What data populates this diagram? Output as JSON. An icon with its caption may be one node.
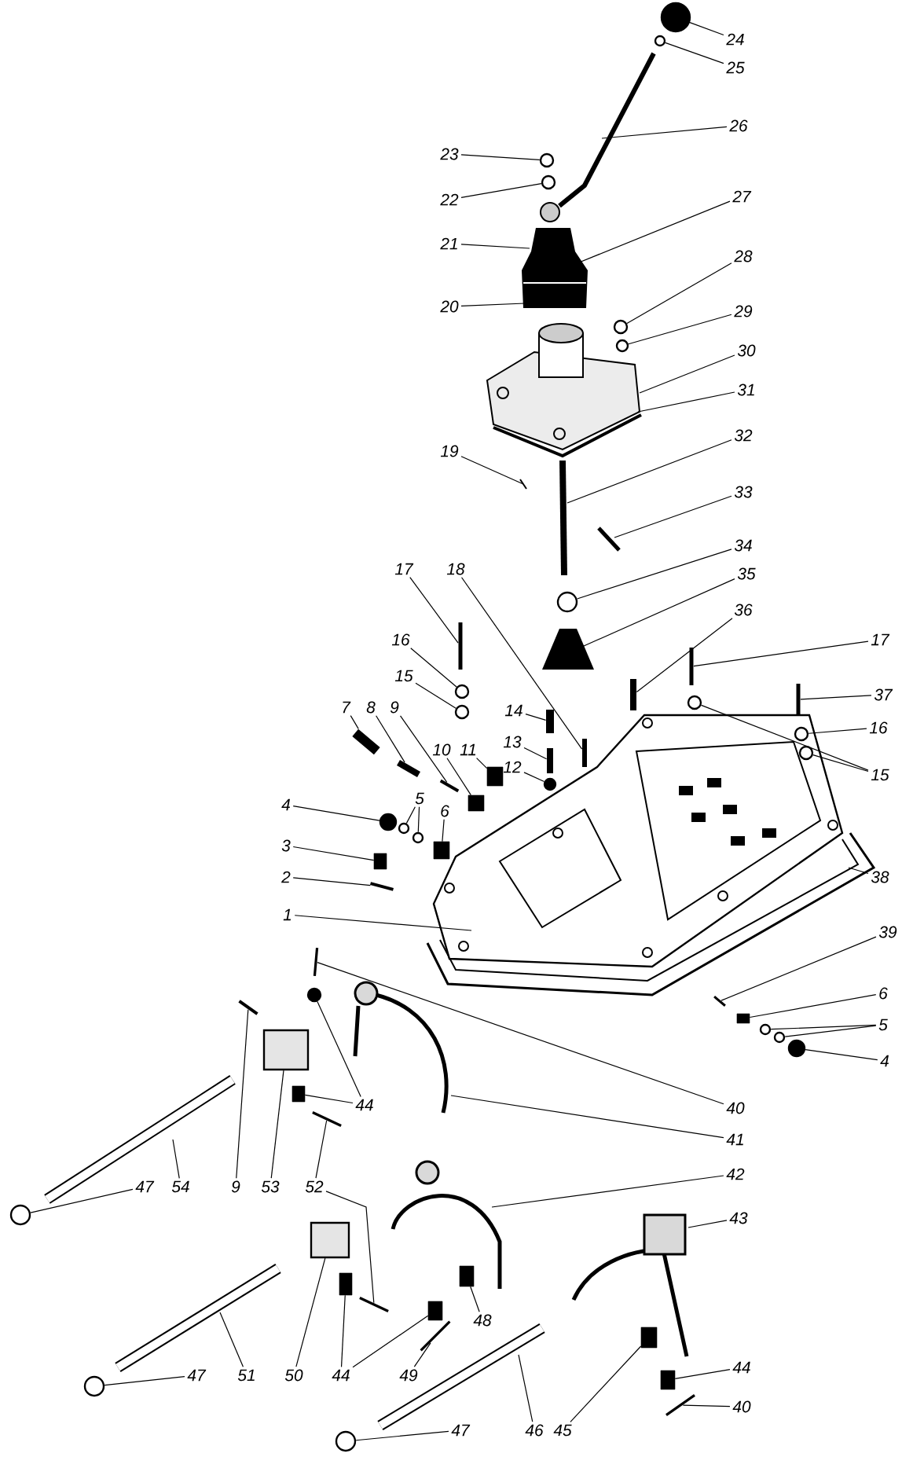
{
  "diagram": {
    "nodes": [
      {
        "text": [
          "24"
        ]
      },
      {
        "text": [
          "25"
        ]
      },
      {
        "text": [
          "26"
        ]
      },
      {
        "text": [
          "23"
        ]
      },
      {
        "text": [
          "22"
        ]
      },
      {
        "text": [
          "27"
        ]
      },
      {
        "text": [
          "21"
        ]
      },
      {
        "text": [
          "28"
        ]
      },
      {
        "text": [
          "20"
        ]
      },
      {
        "text": [
          "29"
        ]
      },
      {
        "text": [
          "30"
        ]
      },
      {
        "text": [
          "31"
        ]
      },
      {
        "text": [
          "32"
        ]
      },
      {
        "text": [
          "19"
        ]
      },
      {
        "text": [
          "33"
        ]
      },
      {
        "text": [
          "34"
        ]
      },
      {
        "text": [
          "17"
        ]
      },
      {
        "text": [
          "18"
        ]
      },
      {
        "text": [
          "35"
        ]
      },
      {
        "text": [
          "36"
        ]
      },
      {
        "text": [
          "17"
        ]
      },
      {
        "text": [
          "16"
        ]
      },
      {
        "text": [
          "15"
        ]
      },
      {
        "text": [
          "37"
        ]
      },
      {
        "text": [
          "7"
        ]
      },
      {
        "text": [
          "8"
        ]
      },
      {
        "text": [
          "9"
        ]
      },
      {
        "text": [
          "14"
        ]
      },
      {
        "text": [
          "16"
        ]
      },
      {
        "text": [
          "10"
        ]
      },
      {
        "text": [
          "11"
        ]
      },
      {
        "text": [
          "13"
        ]
      },
      {
        "text": [
          "12"
        ]
      },
      {
        "text": [
          "15"
        ]
      },
      {
        "text": [
          "4"
        ]
      },
      {
        "text": [
          "5"
        ]
      },
      {
        "text": [
          "6"
        ]
      },
      {
        "text": [
          "3"
        ]
      },
      {
        "text": [
          "38"
        ]
      },
      {
        "text": [
          "2"
        ]
      },
      {
        "text": [
          "1"
        ]
      },
      {
        "text": [
          "39"
        ]
      },
      {
        "text": [
          "6"
        ]
      },
      {
        "text": [
          "5"
        ]
      },
      {
        "text": [
          "4"
        ]
      },
      {
        "text": [
          "44"
        ]
      },
      {
        "text": [
          "40"
        ]
      },
      {
        "text": [
          "41"
        ]
      },
      {
        "text": [
          "42"
        ]
      },
      {
        "text": [
          "47"
        ]
      },
      {
        "text": [
          "54"
        ]
      },
      {
        "text": [
          "9"
        ]
      },
      {
        "text": [
          "53"
        ]
      },
      {
        "text": [
          "52"
        ]
      },
      {
        "text": [
          "43"
        ]
      },
      {
        "text": [
          "48"
        ]
      },
      {
        "text": [
          "47"
        ]
      },
      {
        "text": [
          "51"
        ]
      },
      {
        "text": [
          "50"
        ]
      },
      {
        "text": [
          "44"
        ]
      },
      {
        "text": [
          "49"
        ]
      },
      {
        "text": [
          "44"
        ]
      },
      {
        "text": [
          "40"
        ]
      },
      {
        "text": [
          "47"
        ]
      },
      {
        "text": [
          "46"
        ]
      },
      {
        "text": [
          "45"
        ]
      },
      {
        "text": [],
        "shape": "circle"
      },
      {
        "text": [],
        "shape": "circle"
      },
      {
        "text": [],
        "shape": "circle"
      },
      {
        "text": [],
        "shape": "circle"
      },
      {
        "text": [],
        "shape": "circle"
      },
      {
        "text": [],
        "shape": "circle"
      },
      {
        "text": [],
        "shape": "circle"
      },
      {
        "text": [],
        "shape": "circle"
      },
      {
        "text": [],
        "shape": "circle"
      },
      {
        "text": [],
        "shape": "circle"
      },
      {
        "text": [],
        "shape": "circle"
      },
      {
        "text": [],
        "shape": "circle"
      },
      {
        "text": [],
        "shape": "circle"
      },
      {
        "text": [],
        "shape": "circle"
      },
      {
        "text": [],
        "shape": "circle"
      },
      {
        "text": [],
        "shape": "bar"
      },
      {
        "text": [],
        "shape": "circle"
      },
      {
        "text": [],
        "shape": "box"
      },
      {
        "text": [],
        "shape": "circle"
      },
      {
        "text": [],
        "shape": "circle"
      },
      {
        "text": [],
        "shape": "circle"
      },
      {
        "text": [],
        "shape": "bar"
      },
      {
        "text": [],
        "shape": "circle"
      },
      {
        "text": [],
        "shape": "bar"
      },
      {
        "text": [],
        "shape": "circle"
      },
      {
        "text": [],
        "shape": "bar"
      },
      {
        "text": [],
        "shape": "circle"
      },
      {
        "text": [],
        "shape": "circle"
      },
      {
        "text": [],
        "shape": "bar"
      },
      {
        "text": [],
        "shape": "bar"
      },
      {
        "text": [],
        "shape": "bar"
      },
      {
        "text": [],
        "shape": "bar"
      },
      {
        "text": [],
        "shape": "bar"
      },
      {
        "text": [],
        "shape": "bar"
      },
      {
        "text": [],
        "shape": "bar"
      },
      {
        "text": [],
        "shape": "bar"
      },
      {
        "text": [],
        "shape": "bar"
      },
      {
        "text": [],
        "shape": "box"
      },
      {
        "text": [],
        "shape": "bar"
      },
      {
        "text": [],
        "shape": "box"
      },
      {
        "text": [],
        "shape": "box"
      },
      {
        "text": [],
        "shape": "box"
      },
      {
        "text": [],
        "shape": "bar"
      },
      {
        "text": [],
        "shape": "bar"
      },
      {
        "text": [],
        "shape": "bar"
      },
      {
        "text": [],
        "shape": "box"
      },
      {
        "text": [],
        "shape": "box"
      },
      {
        "text": [],
        "shape": "box"
      },
      {
        "text": [],
        "shape": "box"
      },
      {
        "text": [],
        "shape": "box"
      },
      {
        "text": [],
        "shape": "box"
      },
      {
        "text": [],
        "shape": "bar"
      },
      {
        "text": [],
        "shape": "box"
      },
      {
        "text": [],
        "shape": "box"
      }
    ],
    "edges": [
      {
        "from": 0,
        "to": 66,
        "arrow": "none"
      },
      {
        "from": 1,
        "to": 67,
        "arrow": "none"
      },
      {
        "from": 2,
        "to": null,
        "arrow": "none"
      },
      {
        "from": 3,
        "to": 68,
        "arrow": "none"
      },
      {
        "from": 4,
        "to": 69,
        "arrow": "none"
      },
      {
        "from": 5,
        "to": null,
        "arrow": "none"
      },
      {
        "from": 6,
        "to": null,
        "arrow": "none"
      },
      {
        "from": 7,
        "to": 70,
        "arrow": "none"
      },
      {
        "from": 8,
        "to": null,
        "arrow": "none"
      },
      {
        "from": 9,
        "to": 71,
        "arrow": "none"
      },
      {
        "from": 10,
        "to": null,
        "arrow": "none"
      },
      {
        "from": 11,
        "to": null,
        "arrow": "none"
      },
      {
        "from": 12,
        "to": null,
        "arrow": "none"
      },
      {
        "from": 13,
        "to": null,
        "arrow": "none"
      },
      {
        "from": 14,
        "to": null,
        "arrow": "none"
      },
      {
        "from": 15,
        "to": 93,
        "arrow": "none"
      },
      {
        "from": 16,
        "to": 94,
        "arrow": "none"
      },
      {
        "from": 17,
        "to": 100,
        "arrow": "none"
      },
      {
        "from": 18,
        "to": null,
        "arrow": "none"
      },
      {
        "from": 19,
        "to": 96,
        "arrow": "none"
      },
      {
        "from": 20,
        "to": 95,
        "arrow": "none"
      },
      {
        "from": 21,
        "to": 72,
        "arrow": "none"
      },
      {
        "from": 22,
        "to": 74,
        "arrow": "none"
      },
      {
        "from": 23,
        "to": 97,
        "arrow": "none"
      },
      {
        "from": 24,
        "to": 99,
        "arrow": "none"
      },
      {
        "from": 25,
        "to": 102,
        "arrow": "none"
      },
      {
        "from": 26,
        "to": 104,
        "arrow": "none"
      },
      {
        "from": 27,
        "to": 98,
        "arrow": "none"
      },
      {
        "from": 28,
        "to": 75,
        "arrow": "none"
      },
      {
        "from": 29,
        "to": 105,
        "arrow": "none"
      },
      {
        "from": 30,
        "to": 103,
        "arrow": "none"
      },
      {
        "from": 31,
        "to": 101,
        "arrow": "none"
      },
      {
        "from": 32,
        "to": 77,
        "arrow": "none"
      },
      {
        "from": 33,
        "to": 73,
        "arrow": "none"
      },
      {
        "from": 33,
        "to": 76,
        "arrow": "none"
      },
      {
        "from": 34,
        "to": 78,
        "arrow": "none"
      },
      {
        "from": 35,
        "to": 79,
        "arrow": "none"
      },
      {
        "from": 35,
        "to": 80,
        "arrow": "none"
      },
      {
        "from": 36,
        "to": 106,
        "arrow": "none"
      },
      {
        "from": 37,
        "to": 107,
        "arrow": "none"
      },
      {
        "from": 38,
        "to": null,
        "arrow": "none"
      },
      {
        "from": 39,
        "to": 108,
        "arrow": "none"
      },
      {
        "from": 40,
        "to": null,
        "arrow": "none"
      },
      {
        "from": 41,
        "to": 109,
        "arrow": "none"
      },
      {
        "from": 42,
        "to": 83,
        "arrow": "none"
      },
      {
        "from": 43,
        "to": 84,
        "arrow": "none"
      },
      {
        "from": 43,
        "to": 85,
        "arrow": "none"
      },
      {
        "from": 44,
        "to": 86,
        "arrow": "none"
      },
      {
        "from": 45,
        "to": 82,
        "arrow": "none"
      },
      {
        "from": 45,
        "to": 112,
        "arrow": "none"
      },
      {
        "from": 46,
        "to": 81,
        "arrow": "none"
      },
      {
        "from": 47,
        "to": null,
        "arrow": "none"
      },
      {
        "from": 48,
        "to": null,
        "arrow": "none"
      },
      {
        "from": 49,
        "to": 88,
        "arrow": "none"
      },
      {
        "from": 50,
        "to": null,
        "arrow": "none"
      },
      {
        "from": 51,
        "to": 110,
        "arrow": "none"
      },
      {
        "from": 52,
        "to": 111,
        "arrow": "none"
      },
      {
        "from": 53,
        "to": 87,
        "arrow": "none"
      },
      {
        "from": 53,
        "to": 89,
        "arrow": "none"
      },
      {
        "from": 54,
        "to": null,
        "arrow": "none"
      },
      {
        "from": 55,
        "to": 114,
        "arrow": "none"
      },
      {
        "from": 56,
        "to": 90,
        "arrow": "none"
      },
      {
        "from": 57,
        "to": null,
        "arrow": "none"
      },
      {
        "from": 58,
        "to": 113,
        "arrow": "none"
      },
      {
        "from": 59,
        "to": 115,
        "arrow": "none"
      },
      {
        "from": 59,
        "to": 116,
        "arrow": "none"
      },
      {
        "from": 60,
        "to": 117,
        "arrow": "none"
      },
      {
        "from": 61,
        "to": 119,
        "arrow": "none"
      },
      {
        "from": 62,
        "to": 91,
        "arrow": "none"
      },
      {
        "from": 63,
        "to": 92,
        "arrow": "none"
      },
      {
        "from": 64,
        "to": null,
        "arrow": "none"
      },
      {
        "from": 65,
        "to": 118,
        "arrow": "none"
      }
    ]
  }
}
